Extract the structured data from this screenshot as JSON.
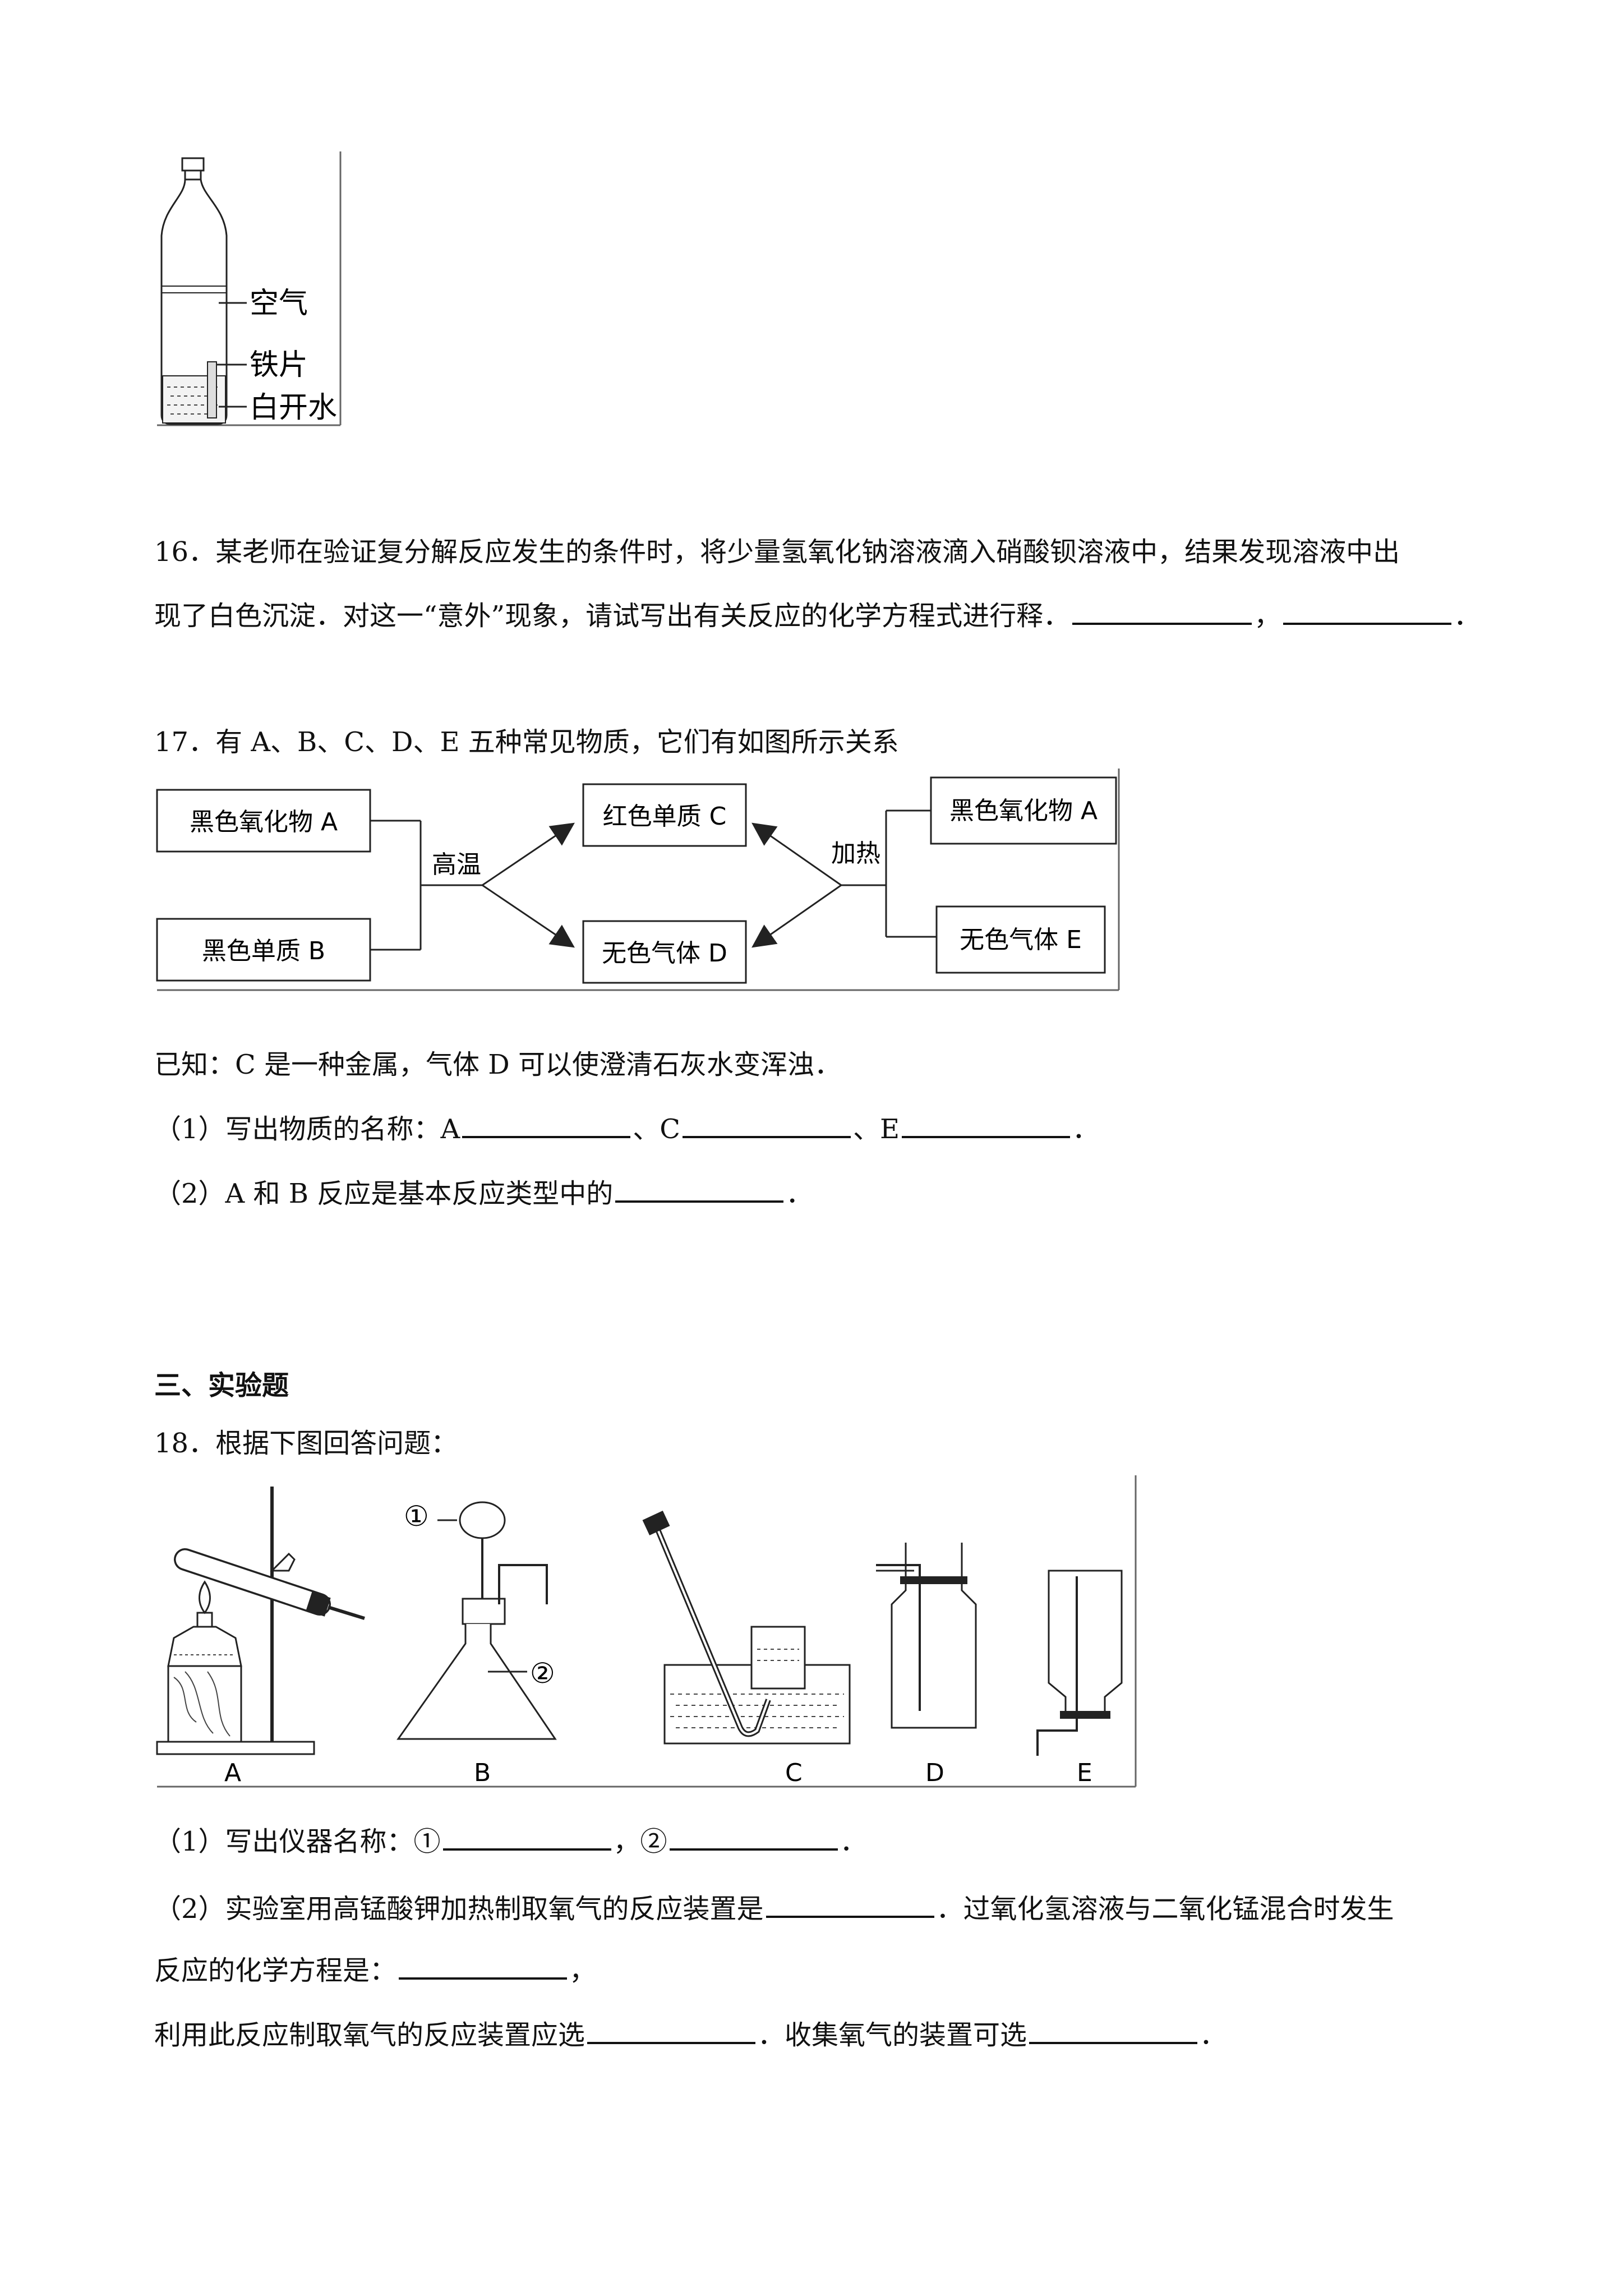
{
  "figure_bottle": {
    "labels": {
      "air": "空气",
      "iron": "铁片",
      "water": "白开水"
    }
  },
  "q16": {
    "line1": "16．某老师在验证复分解反应发生的条件时，将少量氢氧化钠溶液滴入硝酸钡溶液中，结果发现溶液中出",
    "line2_text": "现了白色沉淀．对这一“意外”现象，请试写出有关反应的化学方程式进行释．",
    "comma": "，",
    "period": "．"
  },
  "q17": {
    "stem": "17．有 A、B、C、D、E 五种常见物质，它们有如图所示关系",
    "diagram": {
      "box_a_left": "黑色氧化物 A",
      "box_b": "黑色单质 B",
      "box_c": "红色单质 C",
      "box_d": "无色气体 D",
      "box_a_right": "黑色氧化物 A",
      "box_e": "无色气体 E",
      "label_high_temp": "高温",
      "label_heat": "加热"
    },
    "known": "已知：C 是一种金属，气体 D 可以使澄清石灰水变浑浊．",
    "sub1_prefix": "（1）写出物质的名称：A",
    "sub1_sep1": "、C",
    "sub1_sep2": "、E",
    "sub1_end": "．",
    "sub2_prefix": "（2）A 和 B 反应是基本反应类型中的",
    "sub2_end": "．"
  },
  "section3": {
    "title": "三、实验题"
  },
  "q18": {
    "stem": "18．根据下图回答问题：",
    "apparatus": {
      "label_a": "A",
      "label_b": "B",
      "label_c": "C",
      "label_d": "D",
      "label_e": "E",
      "mark_1": "①",
      "mark_2": "②"
    },
    "sub1_prefix": "（1）写出仪器名称：①",
    "sub1_mid": "，②",
    "sub1_end": "．",
    "sub2_line1": "（2）实验室用高锰酸钾加热制取氧气的反应装置是",
    "sub2_line1_tail": "．过氧化氢溶液与二氧化锰混合时发生",
    "sub2_line2": "反应的化学方程是：",
    "sub2_line2_tail": "，",
    "sub2_line3": "利用此反应制取氧气的反应装置应选",
    "sub2_line3_mid": "．收集氧气的装置可选",
    "sub2_line3_end": "．"
  }
}
